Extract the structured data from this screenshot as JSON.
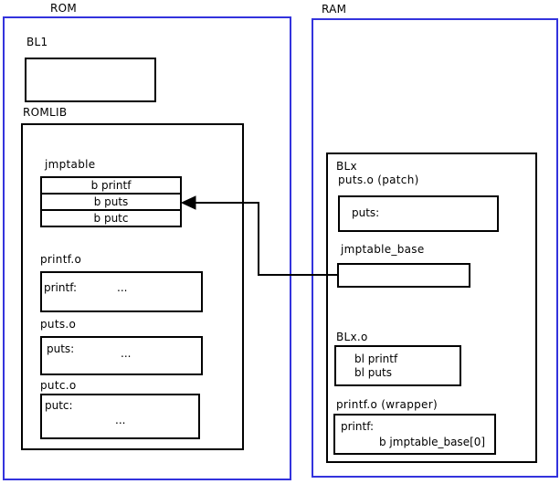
{
  "rom": {
    "label": "ROM",
    "bl1": {
      "label": "BL1"
    },
    "romlib": {
      "label": "ROMLIB",
      "jmptable": {
        "label": "jmptable",
        "rows": [
          "b printf",
          "b puts",
          "b putc"
        ]
      },
      "printf_o": {
        "label": "printf.o",
        "symbol": "printf:",
        "ellipsis": "..."
      },
      "puts_o": {
        "label": "puts.o",
        "symbol": "puts:",
        "ellipsis": "..."
      },
      "putc_o": {
        "label": "putc.o",
        "symbol": "putc:",
        "ellipsis": "..."
      }
    }
  },
  "ram": {
    "label": "RAM",
    "blx": {
      "label": "BLx",
      "puts_patch": {
        "label": "puts.o (patch)",
        "symbol": "puts:"
      },
      "jmptable_base": {
        "label": "jmptable_base"
      },
      "blx_o": {
        "label": "BLx.o",
        "lines": [
          "bl printf",
          "bl puts"
        ]
      },
      "printf_wrapper": {
        "label": "printf.o (wrapper)",
        "symbol": "printf:",
        "instruction": "b jmptable_base[0]"
      }
    }
  },
  "arrow": {
    "from": "jmptable_base",
    "to": "jmptable b puts entry"
  },
  "colors": {
    "section_border": "#3333dd",
    "box_border": "#000000",
    "background": "#ffffff",
    "text": "#000000"
  }
}
